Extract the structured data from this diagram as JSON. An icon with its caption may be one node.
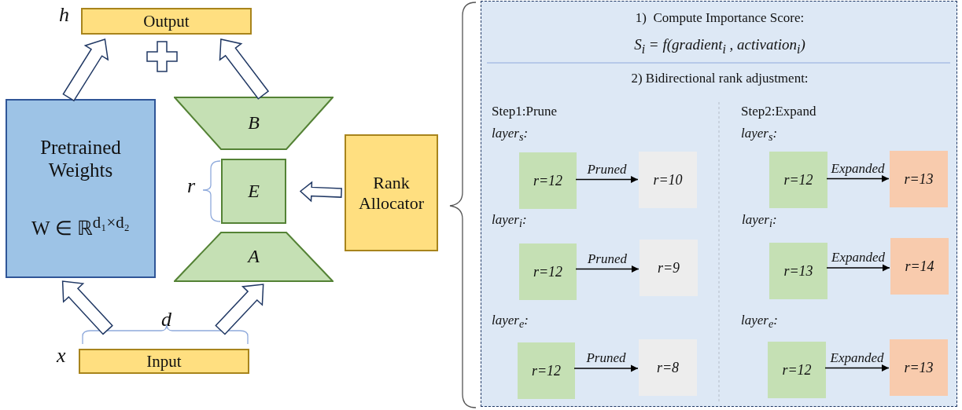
{
  "diagram": {
    "nodes": [
      {
        "text": [
          "Output"
        ],
        "beside": [
          "h"
        ]
      },
      {
        "text": [
          "Pretrained Weights",
          "W ∈ ℝ$^{d₁×d₂}$"
        ]
      },
      {
        "text": [
          "B"
        ]
      },
      {
        "text": [
          "E"
        ]
      },
      {
        "text": [
          "A"
        ]
      },
      {
        "text": [
          "Input"
        ],
        "beside": [
          "x"
        ]
      },
      {
        "text": [
          "Rank Allocator"
        ]
      },
      {
        "text": [
          "1)  Compute Importance Score:",
          "S$_{i}$ = f(gradient$_{i}$ , activation$_{i}$)",
          "2) Bidirectional rank adjustment:"
        ]
      },
      {
        "text": [
          "r=12"
        ],
        "in": 7
      },
      {
        "text": [
          "r=10"
        ],
        "in": 7
      },
      {
        "text": [
          "r=12"
        ],
        "in": 7
      },
      {
        "text": [
          "r=9"
        ],
        "in": 7
      },
      {
        "text": [
          "r=12"
        ],
        "in": 7
      },
      {
        "text": [
          "r=8"
        ],
        "in": 7
      },
      {
        "text": [
          "r=12"
        ],
        "in": 7
      },
      {
        "text": [
          "r=13"
        ],
        "in": 7
      },
      {
        "text": [
          "r=13"
        ],
        "in": 7
      },
      {
        "text": [
          "r=14"
        ],
        "in": 7
      },
      {
        "text": [
          "r=12"
        ],
        "in": 7
      },
      {
        "text": [
          "r=13"
        ],
        "in": 7
      }
    ],
    "edges": [
      {
        "from": 1,
        "to": 0,
        "arrow": "to",
        "style": "thick"
      },
      {
        "from": 2,
        "to": 0,
        "arrow": "to",
        "style": "thick"
      },
      {
        "from": 6,
        "to": 3,
        "arrow": "to",
        "style": "thick"
      },
      {
        "from": 5,
        "to": 1,
        "arrow": "to",
        "style": "thick"
      },
      {
        "from": 5,
        "to": 4,
        "arrow": "to",
        "style": "thick"
      },
      {
        "from": 8,
        "to": 9,
        "arrow": "to",
        "label": "Pruned"
      },
      {
        "from": 10,
        "to": 11,
        "arrow": "to",
        "label": "Pruned"
      },
      {
        "from": 12,
        "to": 13,
        "arrow": "to",
        "label": "Pruned"
      },
      {
        "from": 14,
        "to": 15,
        "arrow": "to",
        "label": "Expanded"
      },
      {
        "from": 16,
        "to": 17,
        "arrow": "to",
        "label": "Expanded"
      },
      {
        "from": 18,
        "to": 19,
        "arrow": "to",
        "label": "Expanded"
      }
    ],
    "labels": [
      "r",
      "d",
      "Step1:Prune",
      "Step2:Expand",
      "layer$_{s}$:",
      "layer$_{s}$:",
      "layer$_{i}$:",
      "layer$_{i}$:",
      "layer$_{e}$:",
      "layer$_{e}$:"
    ]
  }
}
